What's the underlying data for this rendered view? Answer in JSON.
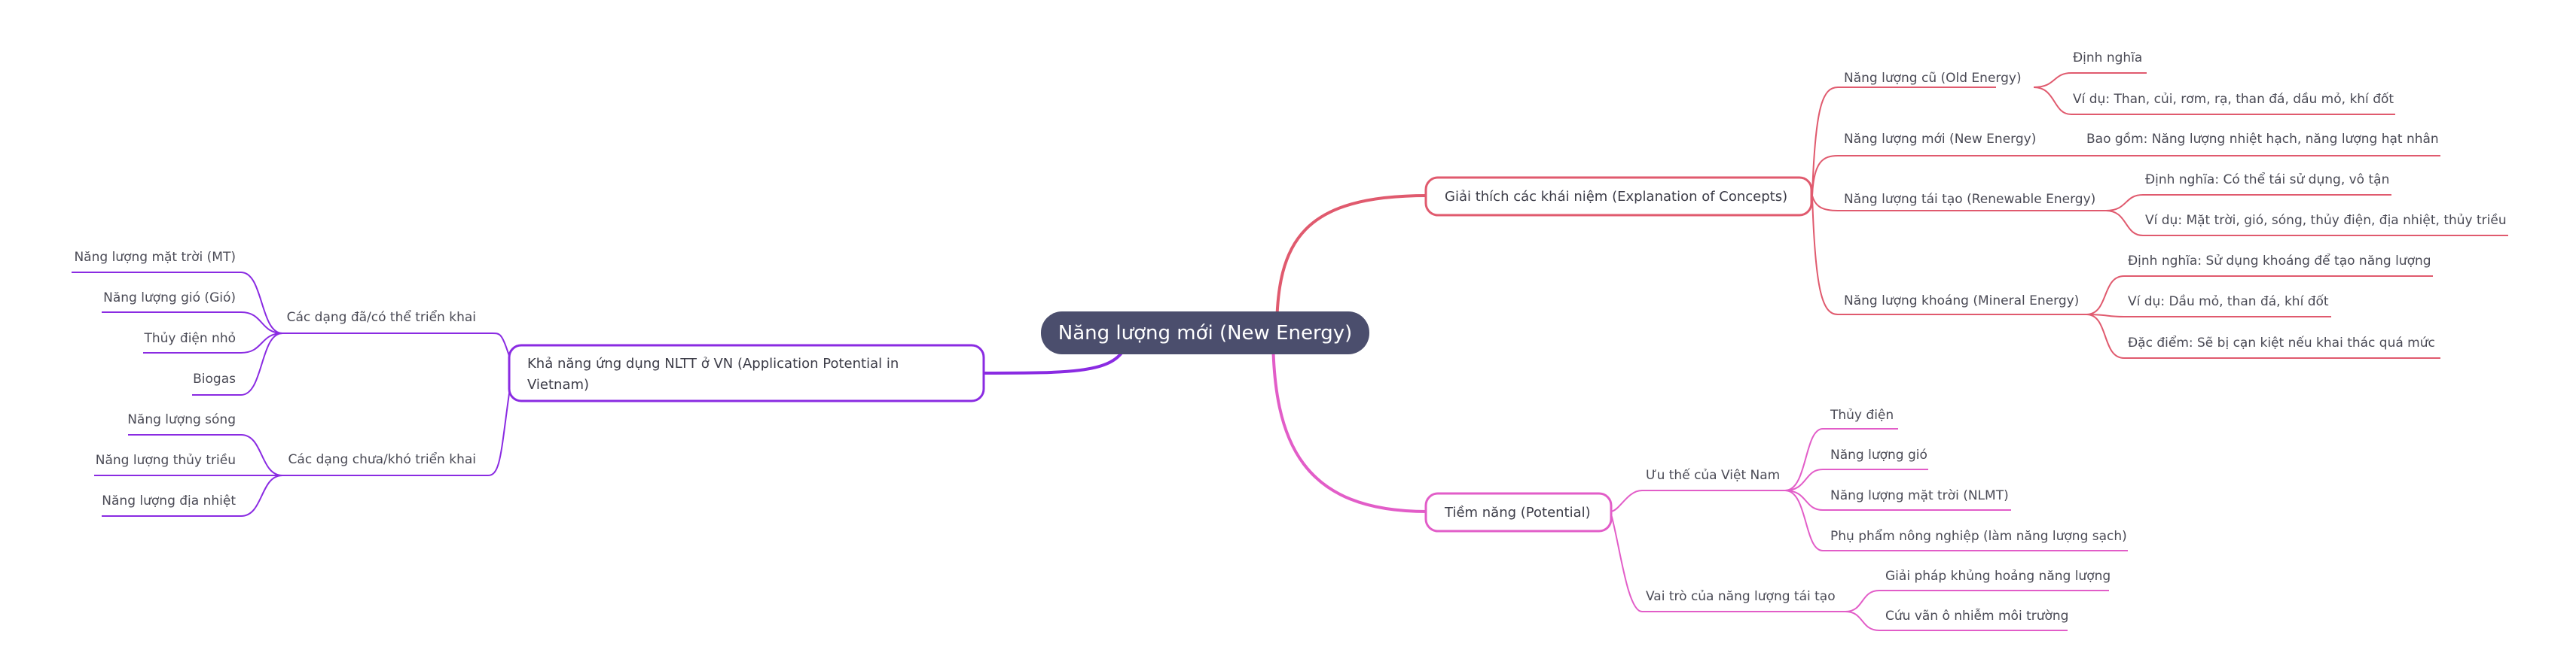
{
  "root": {
    "label": "Năng lượng mới (New Energy)",
    "color": "#4b4e6d"
  },
  "branches": {
    "concepts": {
      "label": "Giải thích các khái niệm (Explanation of Concepts)",
      "color": "#e05a6e",
      "old": {
        "label": "Năng lượng cũ (Old Energy)",
        "items": [
          "Định nghĩa",
          "Ví dụ: Than, củi, rơm, rạ, than đá, dầu mỏ, khí đốt"
        ]
      },
      "new": {
        "label": "Năng lượng mới (New Energy)",
        "items": [
          "Bao gồm: Năng lượng nhiệt hạch, năng lượng hạt nhân"
        ]
      },
      "renewable": {
        "label": "Năng lượng tái tạo (Renewable Energy)",
        "items": [
          "Định nghĩa: Có thể tái sử dụng, vô tận",
          "Ví dụ: Mặt trời, gió, sóng, thủy điện, địa nhiệt, thủy triều"
        ]
      },
      "mineral": {
        "label": "Năng lượng khoáng (Mineral Energy)",
        "items": [
          "Định nghĩa: Sử dụng khoáng để tạo năng lượng",
          "Ví dụ: Dầu mỏ, than đá, khí đốt",
          "Đặc điểm: Sẽ bị cạn kiệt nếu khai thác quá mức"
        ]
      }
    },
    "potential": {
      "label": "Tiềm năng (Potential)",
      "color": "#e25dc8",
      "advantages": {
        "label": "Ưu thế của Việt Nam",
        "items": [
          "Thủy điện",
          "Năng lượng gió",
          "Năng lượng mặt trời (NLMT)",
          "Phụ phẩm nông nghiệp (làm năng lượng sạch)"
        ]
      },
      "role": {
        "label": "Vai trò của năng lượng tái tạo",
        "items": [
          "Giải pháp khủng hoảng năng lượng",
          "Cứu vãn ô nhiễm môi trường"
        ]
      }
    },
    "application": {
      "label_line1": "Khả năng ứng dụng NLTT ở VN (Application Potential in",
      "label_line2": "Vietnam)",
      "color": "#8a2be2",
      "deployed": {
        "label": "Các dạng đã/có thể triển khai",
        "items": [
          "Năng lượng mặt trời (MT)",
          "Năng lượng gió (Gió)",
          "Thủy điện nhỏ",
          "Biogas"
        ]
      },
      "undeployed": {
        "label": "Các dạng chưa/khó triển khai",
        "items": [
          "Năng lượng sóng",
          "Năng lượng thủy triều",
          "Năng lượng địa nhiệt"
        ]
      }
    }
  }
}
